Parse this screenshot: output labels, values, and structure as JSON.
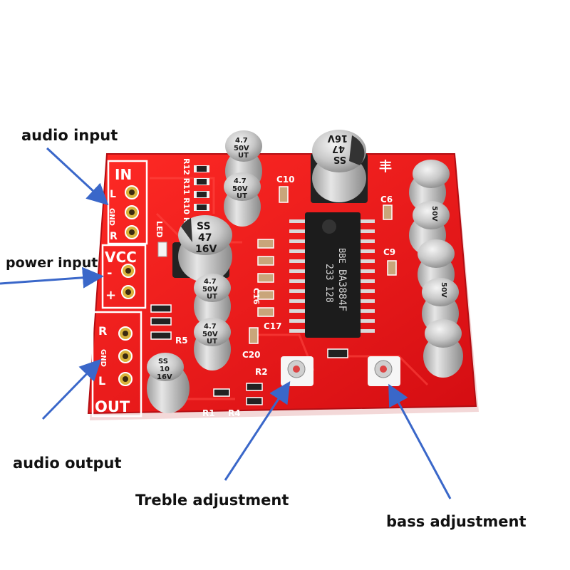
{
  "callouts": {
    "audio_input": "audio input",
    "power_input": "power input",
    "audio_output": "audio output",
    "treble": "Treble adjustment",
    "bass": "bass adjustment"
  },
  "board": {
    "header_in": "IN",
    "in_l": "L",
    "in_gnd": "GND",
    "in_r": "R",
    "header_vcc": "VCC",
    "vcc_minus": "-",
    "vcc_plus": "+",
    "out_r": "R",
    "out_gnd": "GND",
    "out_l": "L",
    "header_out": "OUT",
    "chip_brand": "BBE",
    "chip_model": "BA3884F",
    "chip_code": "233 128",
    "brand_cn": "丰",
    "led": "LED",
    "labels": [
      "C10",
      "C6",
      "C9",
      "C16",
      "C17",
      "C20",
      "R1",
      "R2",
      "R4",
      "R5",
      "R12 R11 R10 R9"
    ],
    "caps": {
      "big_top": [
        "SS",
        "47",
        "16V"
      ],
      "big_left": [
        "SS",
        "47",
        "16V"
      ],
      "small_4750": [
        "4.7",
        "50V",
        "UT"
      ],
      "ss10": [
        "SS",
        "10",
        "16V"
      ]
    }
  },
  "colors": {
    "pcb": "#e0121a",
    "pcb_edge": "#b30d12",
    "silkscreen": "#ffffff",
    "arrow": "#3a67c9",
    "capacitor": "#c9c9c9",
    "chip": "#1c1c1c"
  }
}
